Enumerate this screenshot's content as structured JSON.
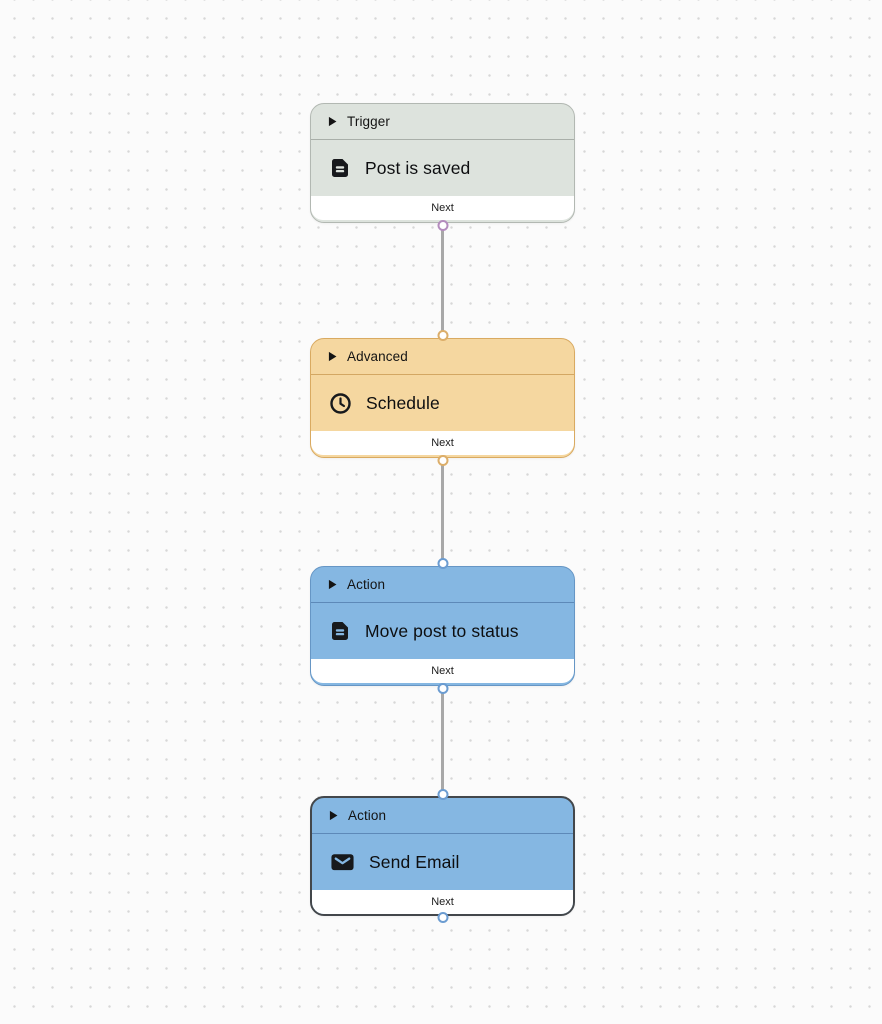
{
  "canvas": {
    "background_color": "#fbfbfb",
    "dot_grid_color": "#d7d7d7",
    "connector_color": "#a8a8a8"
  },
  "nodes": [
    {
      "type_label": "Trigger",
      "title": "Post is saved",
      "icon": "document-icon",
      "output_label": "Next",
      "selected": false,
      "has_input_port": false,
      "colors": {
        "background": "#dde3dd",
        "border": "#b2b8b2",
        "port_ring": "#b48cbe"
      }
    },
    {
      "type_label": "Advanced",
      "title": "Schedule",
      "icon": "clock-icon",
      "output_label": "Next",
      "selected": false,
      "has_input_port": true,
      "colors": {
        "background": "#f5d7a0",
        "border": "#d9aa61",
        "port_ring": "#dcae6a"
      }
    },
    {
      "type_label": "Action",
      "title": "Move post to status",
      "icon": "document-icon",
      "output_label": "Next",
      "selected": false,
      "has_input_port": true,
      "colors": {
        "background": "#85b7e2",
        "border": "#6696c5",
        "port_ring": "#6b9cd1"
      }
    },
    {
      "type_label": "Action",
      "title": "Send Email",
      "icon": "mail-icon",
      "output_label": "Next",
      "selected": true,
      "has_input_port": true,
      "colors": {
        "background": "#85b7e2",
        "border": "#43474b",
        "port_ring": "#6b9cd1"
      }
    }
  ],
  "connections": [
    {
      "from": "Post is saved",
      "to": "Schedule"
    },
    {
      "from": "Schedule",
      "to": "Move post to status"
    },
    {
      "from": "Move post to status",
      "to": "Send Email"
    }
  ]
}
